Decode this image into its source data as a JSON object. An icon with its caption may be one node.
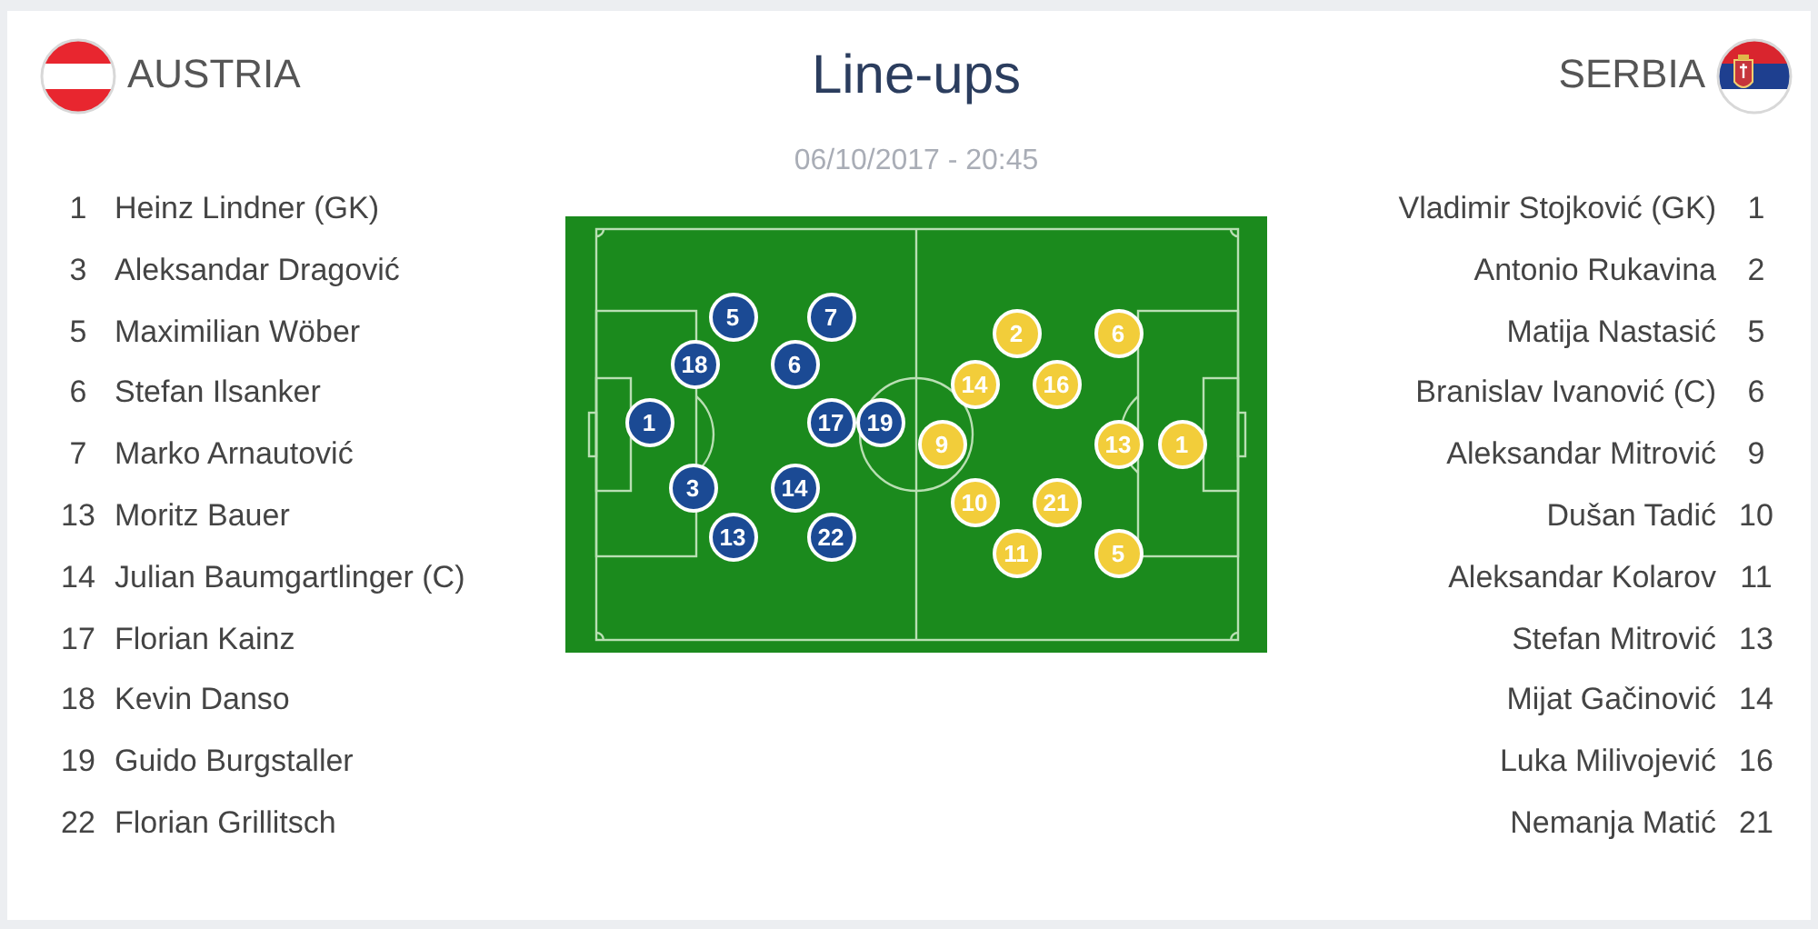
{
  "diagram": {
    "title": "Line-ups",
    "nodes": [
      {
        "text": [
          "1"
        ]
      },
      {
        "text": [
          "3"
        ]
      },
      {
        "text": [
          "5"
        ]
      },
      {
        "text": [
          "6"
        ]
      },
      {
        "text": [
          "7"
        ]
      },
      {
        "text": [
          "13"
        ]
      },
      {
        "text": [
          "14"
        ]
      },
      {
        "text": [
          "17"
        ]
      },
      {
        "text": [
          "18"
        ]
      },
      {
        "text": [
          "19"
        ]
      },
      {
        "text": [
          "22"
        ]
      },
      {
        "text": [
          "1"
        ]
      },
      {
        "text": [
          "2"
        ]
      },
      {
        "text": [
          "5"
        ]
      },
      {
        "text": [
          "6"
        ]
      },
      {
        "text": [
          "9"
        ]
      },
      {
        "text": [
          "10"
        ]
      },
      {
        "text": [
          "11"
        ]
      },
      {
        "text": [
          "13"
        ]
      },
      {
        "text": [
          "14"
        ]
      },
      {
        "text": [
          "16"
        ]
      },
      {
        "text": [
          "21"
        ]
      }
    ],
    "labels": [
      "AUSTRIA",
      "SERBIA",
      "06/10/2017 - 20:45",
      "1",
      "Heinz Lindner (GK)",
      "Vladimir Stojković (GK)",
      "1",
      "3",
      "Aleksandar Dragović",
      "Antonio Rukavina",
      "2",
      "5",
      "Maximilian Wöber",
      "Matija Nastasić",
      "5",
      "6",
      "Stefan Ilsanker",
      "Branislav Ivanović (C)",
      "6",
      "7",
      "Marko Arnautović",
      "Aleksandar Mitrović",
      "9",
      "13",
      "Moritz Bauer",
      "Dušan Tadić",
      "10",
      "14",
      "Julian Baumgartlinger (C)",
      "Aleksandar Kolarov",
      "11",
      "17",
      "Florian Kainz",
      "Stefan Mitrović",
      "13",
      "18",
      "Kevin Danso",
      "Mijat Gačinović",
      "14",
      "19",
      "Guido Burgstaller",
      "Luka Milivojević",
      "16",
      "22",
      "Florian Grillitsch",
      "Nemanja Matić",
      "21"
    ]
  }
}
